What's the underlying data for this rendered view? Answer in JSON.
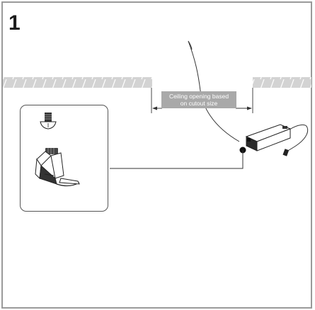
{
  "step": {
    "number": "1"
  },
  "dimension": {
    "label_line1": "Ceiling opening based",
    "label_line2": "on cutout size"
  },
  "colors": {
    "frame": "#9a9a9a",
    "ceiling_fill": "#cfcfcf",
    "label_bg": "#a9a9a9",
    "ink": "#1c1c1c"
  },
  "icons": {
    "screw": "screw-icon",
    "spring_clip": "spring-clip-icon",
    "driver": "driver-icon",
    "connector": "connector-icon"
  }
}
